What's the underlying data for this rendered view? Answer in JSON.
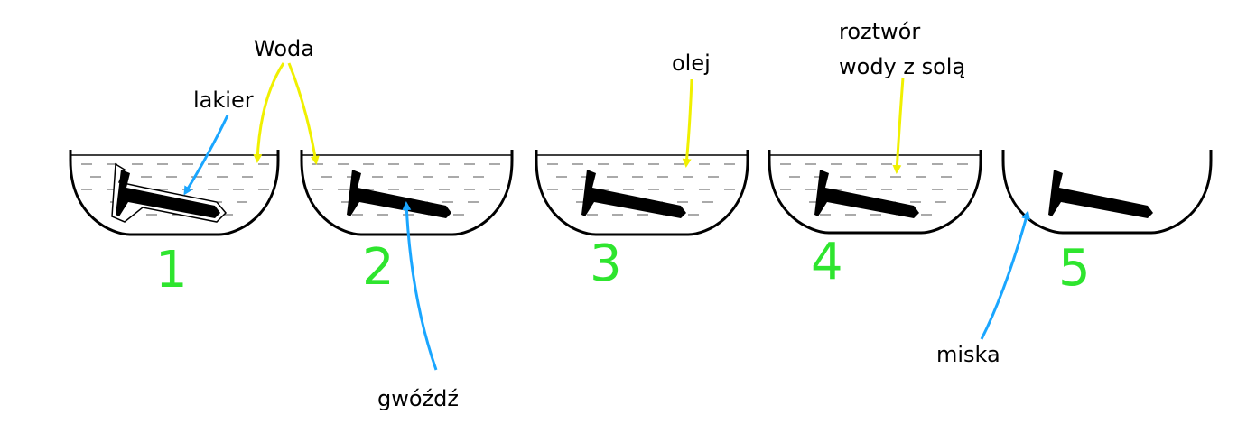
{
  "colors": {
    "number": "#2ee52e",
    "arrow_blue": "#1aa6ff",
    "arrow_yellow": "#f0f000",
    "nail": "#000000",
    "outline": "#000000",
    "dash": "#555555"
  },
  "labels": {
    "woda": "Woda",
    "lakier": "lakier",
    "olej": "olej",
    "roztwor_line1": "roztwór",
    "roztwor_line2": "wody z solą",
    "gwozdz": "gwóźdź",
    "miska": "miska"
  },
  "bowls": [
    {
      "number": "1",
      "liquid": true,
      "coated_nail": true
    },
    {
      "number": "2",
      "liquid": true,
      "coated_nail": false
    },
    {
      "number": "3",
      "liquid": true,
      "coated_nail": false
    },
    {
      "number": "4",
      "liquid": true,
      "coated_nail": false
    },
    {
      "number": "5",
      "liquid": false,
      "coated_nail": false
    }
  ]
}
